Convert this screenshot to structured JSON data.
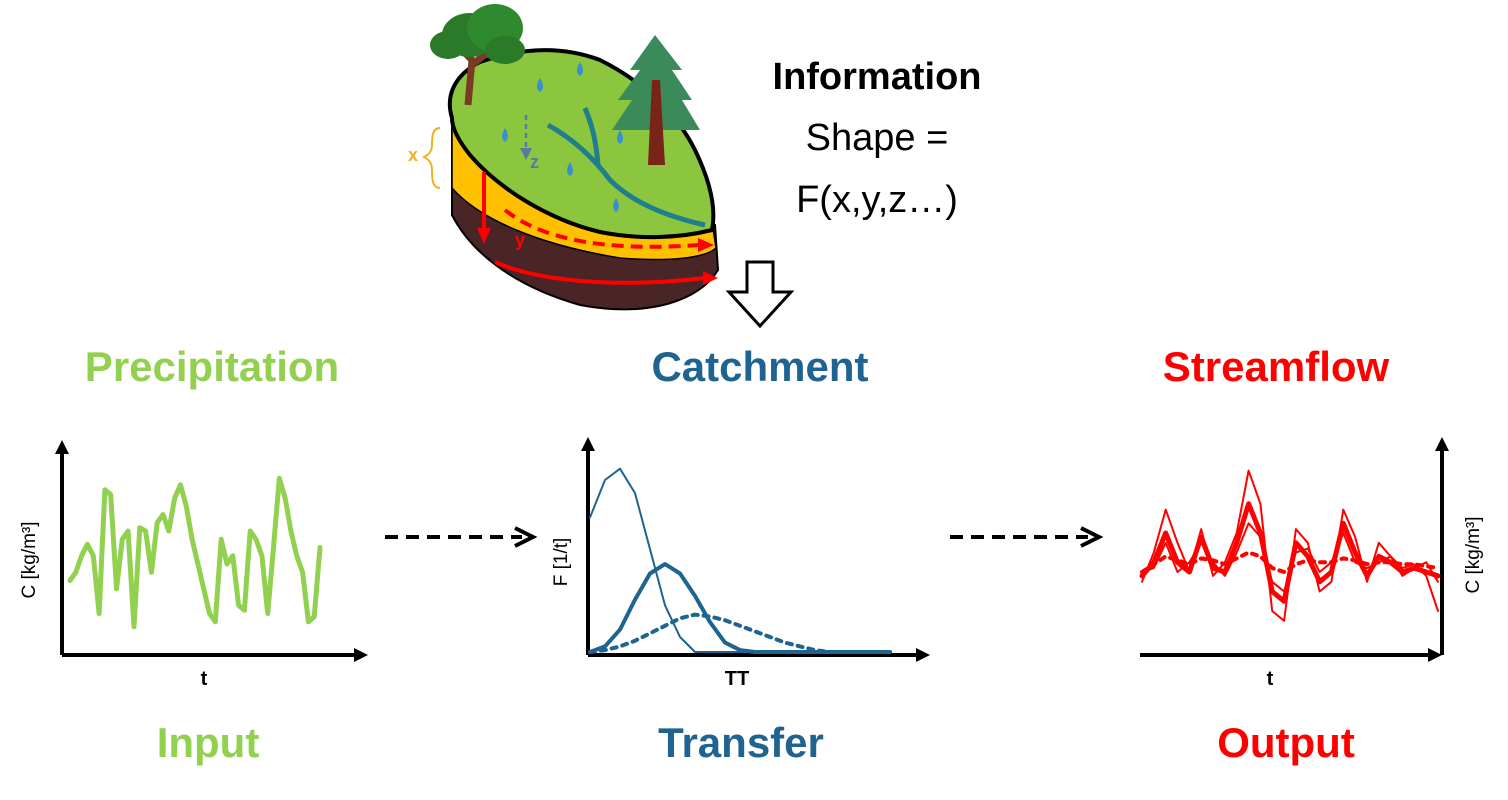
{
  "info": {
    "title": "Information",
    "line1": "Shape =",
    "line2": "F(x,y,z…)"
  },
  "landscape": {
    "x_label": "x",
    "y_label": "y",
    "z_label": "z"
  },
  "sections": {
    "precipitation": "Precipitation",
    "catchment": "Catchment",
    "streamflow": "Streamflow",
    "input": "Input",
    "transfer": "Transfer",
    "output": "Output"
  },
  "axes": {
    "input_x": "t",
    "input_y": "C [kg/m³]",
    "transfer_x": "TT",
    "transfer_y": "F [1/t]",
    "output_x": "t",
    "output_y": "C [kg/m³]"
  },
  "colors": {
    "green": "#92d050",
    "blue": "#1f6391",
    "red": "#ff0000",
    "soil_yellow": "#ffc000",
    "soil_brown": "#4a2528",
    "grass": "#8cc63f"
  },
  "chart_data": [
    {
      "type": "line",
      "name": "input-concentration",
      "xlabel": "t",
      "ylabel": "C [kg/m³]",
      "series": [
        {
          "values": [
            0.3,
            0.35,
            0.45,
            0.52,
            0.45,
            0.1,
            0.85,
            0.82,
            0.25,
            0.55,
            0.6,
            0.02,
            0.62,
            0.6,
            0.35,
            0.65,
            0.7,
            0.6,
            0.8,
            0.88,
            0.75,
            0.55,
            0.4,
            0.25,
            0.1,
            0.05,
            0.55,
            0.4,
            0.45,
            0.15,
            0.12,
            0.6,
            0.55,
            0.45,
            0.1,
            0.5,
            0.92,
            0.8,
            0.6,
            0.45,
            0.35,
            0.05,
            0.08,
            0.5
          ]
        }
      ]
    },
    {
      "type": "line",
      "name": "transfer-functions",
      "xlabel": "TT",
      "ylabel": "F [1/t]",
      "series": [
        {
          "style": "thin",
          "values": [
            0.72,
            0.92,
            0.98,
            0.85,
            0.55,
            0.25,
            0.08,
            0.0,
            0.0,
            0.0,
            0.0,
            0.0,
            0.0,
            0.0,
            0.0,
            0.0,
            0.0,
            0.0,
            0.0,
            0.0,
            0.0
          ]
        },
        {
          "style": "thick",
          "values": [
            0.0,
            0.03,
            0.12,
            0.28,
            0.42,
            0.47,
            0.42,
            0.3,
            0.16,
            0.05,
            0.01,
            0.0,
            0.0,
            0.0,
            0.0,
            0.0,
            0.0,
            0.0,
            0.0,
            0.0,
            0.0
          ]
        },
        {
          "style": "dotted",
          "values": [
            0.0,
            0.01,
            0.03,
            0.06,
            0.1,
            0.14,
            0.18,
            0.2,
            0.19,
            0.17,
            0.14,
            0.11,
            0.08,
            0.05,
            0.03,
            0.01,
            0.0,
            0.0,
            0.0,
            0.0,
            0.0
          ]
        }
      ]
    },
    {
      "type": "line",
      "name": "output-concentration",
      "xlabel": "t",
      "ylabel": "C [kg/m³]",
      "series": [
        {
          "style": "thick",
          "values": [
            0.38,
            0.45,
            0.6,
            0.45,
            0.4,
            0.58,
            0.42,
            0.4,
            0.55,
            0.75,
            0.6,
            0.3,
            0.25,
            0.55,
            0.48,
            0.35,
            0.4,
            0.65,
            0.5,
            0.38,
            0.48,
            0.45,
            0.4,
            0.42,
            0.4,
            0.38
          ]
        },
        {
          "style": "thin",
          "values": [
            0.35,
            0.5,
            0.72,
            0.55,
            0.4,
            0.62,
            0.38,
            0.45,
            0.6,
            0.92,
            0.75,
            0.2,
            0.15,
            0.62,
            0.55,
            0.3,
            0.35,
            0.72,
            0.58,
            0.35,
            0.55,
            0.48,
            0.42,
            0.44,
            0.38,
            0.2
          ]
        },
        {
          "style": "thin",
          "values": [
            0.4,
            0.42,
            0.55,
            0.4,
            0.45,
            0.55,
            0.45,
            0.38,
            0.5,
            0.65,
            0.58,
            0.35,
            0.3,
            0.5,
            0.52,
            0.4,
            0.45,
            0.6,
            0.45,
            0.42,
            0.45,
            0.48,
            0.38,
            0.42,
            0.45,
            0.35
          ]
        },
        {
          "style": "dotted",
          "values": [
            0.4,
            0.44,
            0.48,
            0.46,
            0.44,
            0.47,
            0.46,
            0.44,
            0.47,
            0.5,
            0.48,
            0.42,
            0.4,
            0.44,
            0.46,
            0.45,
            0.45,
            0.47,
            0.46,
            0.44,
            0.45,
            0.45,
            0.44,
            0.44,
            0.43,
            0.42
          ]
        }
      ]
    }
  ]
}
